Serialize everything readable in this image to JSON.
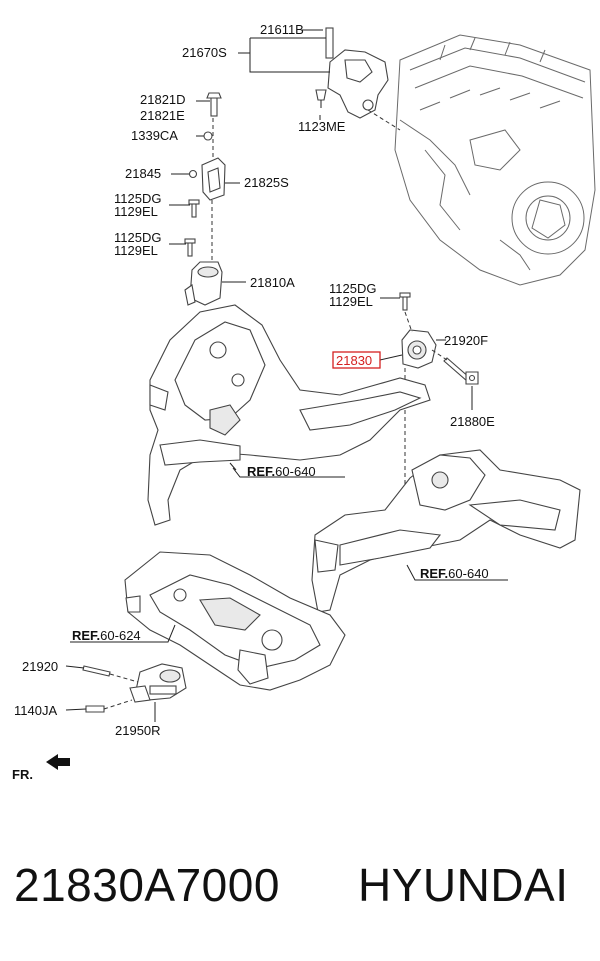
{
  "labels": {
    "p21611B": "21611B",
    "p21670S": "21670S",
    "p1123ME": "1123ME",
    "p21821D": "21821D",
    "p21821E": "21821E",
    "p1339CA": "1339CA",
    "p21845": "21845",
    "p21825S": "21825S",
    "p1125DG_a": "1125DG",
    "p1129EL_a": "1129EL",
    "p1125DG_b": "1125DG",
    "p1129EL_b": "1129EL",
    "p21810A": "21810A",
    "p1125DG_c": "1125DG",
    "p1129EL_c": "1129EL",
    "p21920F": "21920F",
    "p21830": "21830",
    "p21880E": "21880E",
    "p21920": "21920",
    "p1140JA": "1140JA",
    "p21950R": "21950R"
  },
  "refs": {
    "ref1": {
      "prefix": "REF.",
      "code": "60-640"
    },
    "ref2": {
      "prefix": "REF.",
      "code": "60-640"
    },
    "ref3": {
      "prefix": "REF.",
      "code": "60-624"
    }
  },
  "direction": "FR.",
  "footer": {
    "part_number": "21830A7000",
    "brand": "HYUNDAI"
  },
  "colors": {
    "highlight": "#d42020",
    "line": "#222222"
  }
}
